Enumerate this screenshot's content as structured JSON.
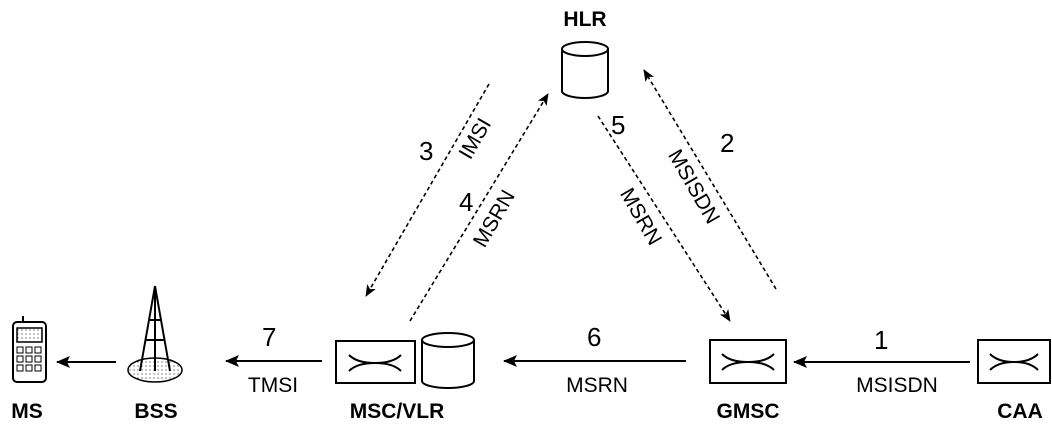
{
  "nodes": {
    "hlr": {
      "label": "HLR"
    },
    "ms": {
      "label": "MS"
    },
    "bss": {
      "label": "BSS"
    },
    "msc_vlr": {
      "label": "MSC/VLR"
    },
    "gmsc": {
      "label": "GMSC"
    },
    "caa": {
      "label": "CAA"
    }
  },
  "steps": [
    {
      "num": "1",
      "label": "MSISDN"
    },
    {
      "num": "2",
      "label": "MSISDN"
    },
    {
      "num": "3",
      "label": "IMSI"
    },
    {
      "num": "4",
      "label": "MSRN"
    },
    {
      "num": "5",
      "label": "MSRN"
    },
    {
      "num": "6",
      "label": "MSRN"
    },
    {
      "num": "7",
      "label": "TMSI"
    }
  ],
  "colors": {
    "line": "#000000",
    "dots": "#9a9a9a",
    "background": "#ffffff"
  }
}
